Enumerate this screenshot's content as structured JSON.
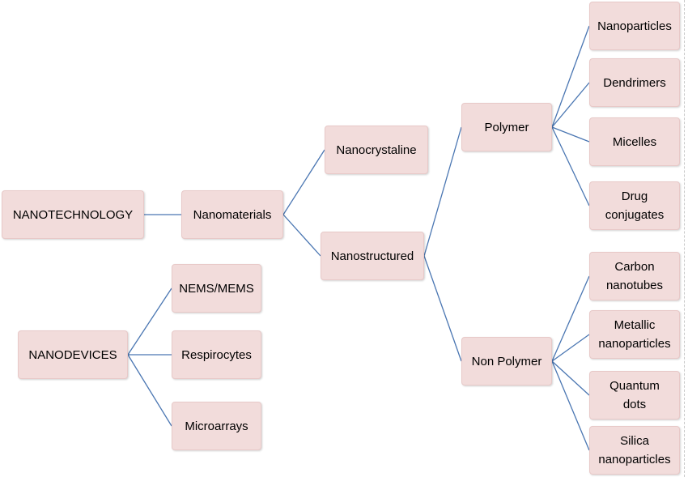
{
  "colors": {
    "node_fill": "#f2dcdb",
    "connector": "#4a76b2",
    "text": "#000000"
  },
  "nodes": {
    "nanotechnology": "NANOTECHNOLOGY",
    "nanomaterials": "Nanomaterials",
    "nanocrystaline": "Nanocrystaline",
    "nanostructured": "Nanostructured",
    "polymer": "Polymer",
    "non_polymer": "Non Polymer",
    "nanoparticles": "Nanoparticles",
    "dendrimers": "Dendrimers",
    "micelles": "Micelles",
    "drug_conjugates": "Drug\nconjugates",
    "carbon_nanotubes": "Carbon\nnanotubes",
    "metallic_nanoparticles": "Metallic\nnanoparticles",
    "quantum_dots": "Quantum\ndots",
    "silica_nanoparticles": "Silica\nnanoparticles",
    "nanodevices": "NANODEVICES",
    "nems_mems": "NEMS/MEMS",
    "respirocytes": "Respirocytes",
    "microarrays": "Microarrays"
  }
}
